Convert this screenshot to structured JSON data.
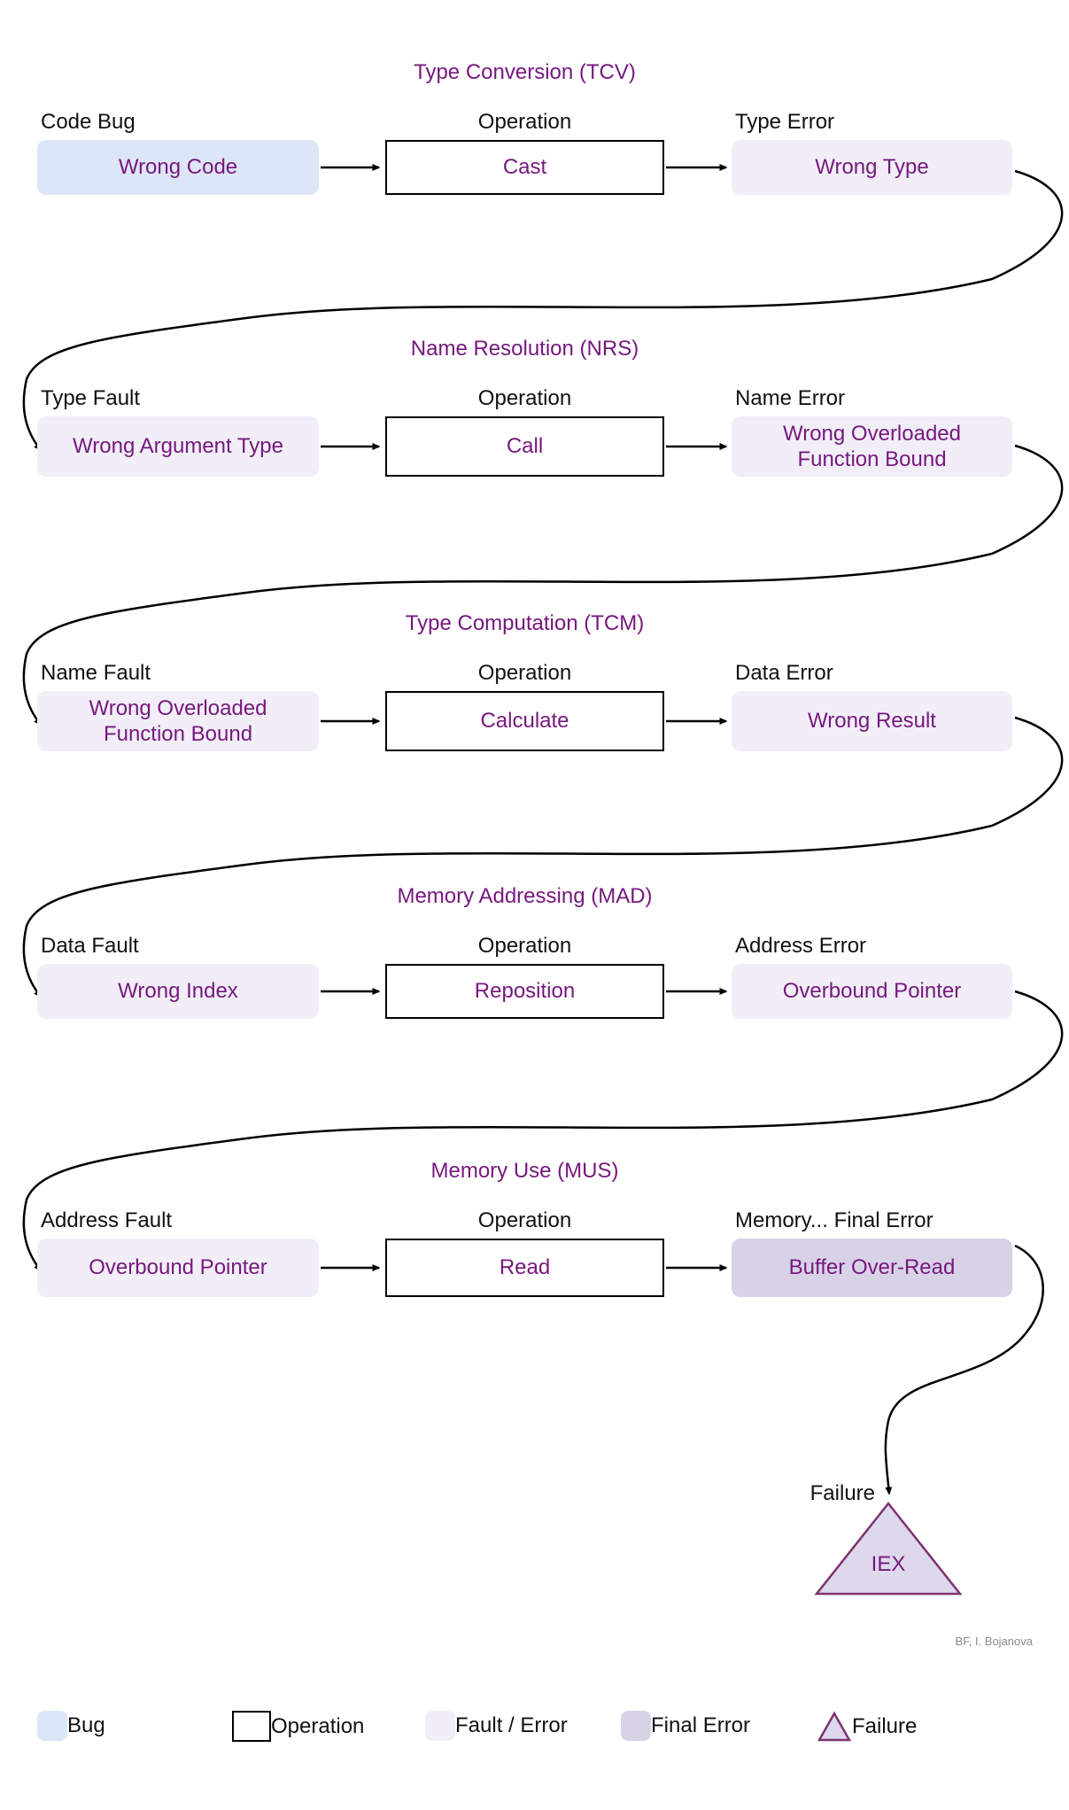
{
  "diagram": {
    "stages": [
      {
        "title": "Type Conversion (TCV)",
        "cause_label": "Code Bug",
        "cause": "Wrong Code",
        "operation_label": "Operation",
        "operation": "Cast",
        "effect_label": "Type Error",
        "effect": "Wrong Type"
      },
      {
        "title": "Name Resolution (NRS)",
        "cause_label": "Type Fault",
        "cause": "Wrong Argument Type",
        "operation_label": "Operation",
        "operation": "Call",
        "effect_label": "Name Error",
        "effect": "Wrong Overloaded Function Bound"
      },
      {
        "title": "Type Computation (TCM)",
        "cause_label": "Name Fault",
        "cause": "Wrong Overloaded Function Bound",
        "operation_label": "Operation",
        "operation": "Calculate",
        "effect_label": "Data Error",
        "effect": "Wrong Result"
      },
      {
        "title": "Memory Addressing (MAD)",
        "cause_label": "Data Fault",
        "cause": "Wrong Index",
        "operation_label": "Operation",
        "operation": "Reposition",
        "effect_label": "Address Error",
        "effect": "Overbound Pointer"
      },
      {
        "title": "Memory Use (MUS)",
        "cause_label": "Address Fault",
        "cause": "Overbound Pointer",
        "operation_label": "Operation",
        "operation": "Read",
        "effect_label": "Memory... Final Error",
        "effect": "Buffer Over-Read"
      }
    ],
    "failure": {
      "label": "Failure",
      "value": "IEX"
    },
    "attribution": "BF, I. Bojanova",
    "legend": [
      {
        "swatch": "bug",
        "label": "Bug"
      },
      {
        "swatch": "operation",
        "label": "Operation"
      },
      {
        "swatch": "fault-error",
        "label": "Fault / Error"
      },
      {
        "swatch": "final-error",
        "label": "Final Error"
      },
      {
        "swatch": "failure",
        "label": "Failure"
      }
    ],
    "colors": {
      "accent_purple": "#76187E",
      "bug_fill": "#DCE6F6",
      "fault_error_fill": "#F1EEF8",
      "final_error_fill": "#D8D2E7",
      "failure_fill": "#DED8EC",
      "failure_border": "#7D3270",
      "arrow": "#000000"
    }
  }
}
